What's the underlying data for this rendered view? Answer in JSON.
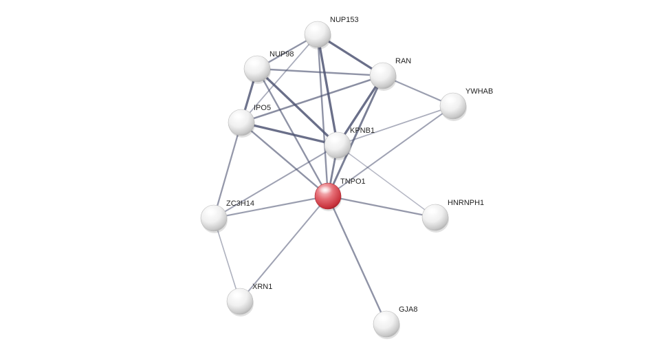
{
  "network": {
    "colors": {
      "edge": "#4e5472",
      "query_node": "#d9424c",
      "partner_node": "#f2f2f2",
      "label": "#222222"
    },
    "nodes": [
      {
        "id": "NUP153",
        "label": "NUP153",
        "query": false
      },
      {
        "id": "NUP98",
        "label": "NUP98",
        "query": false
      },
      {
        "id": "RAN",
        "label": "RAN",
        "query": false
      },
      {
        "id": "YWHAB",
        "label": "YWHAB",
        "query": false
      },
      {
        "id": "IPO5",
        "label": "IPO5",
        "query": false
      },
      {
        "id": "KPNB1",
        "label": "KPNB1",
        "query": false
      },
      {
        "id": "TNPO1",
        "label": "TNPO1",
        "query": true
      },
      {
        "id": "ZC3H14",
        "label": "ZC3H14",
        "query": false
      },
      {
        "id": "HNRNPH1",
        "label": "HNRNPH1",
        "query": false
      },
      {
        "id": "XRN1",
        "label": "XRN1",
        "query": false
      },
      {
        "id": "GJA8",
        "label": "GJA8",
        "query": false
      }
    ],
    "edges": [
      {
        "source": "NUP153",
        "target": "RAN",
        "strength": 0.9
      },
      {
        "source": "NUP153",
        "target": "KPNB1",
        "strength": 0.9
      },
      {
        "source": "NUP153",
        "target": "NUP98",
        "strength": 0.55
      },
      {
        "source": "NUP153",
        "target": "IPO5",
        "strength": 0.3
      },
      {
        "source": "NUP153",
        "target": "TNPO1",
        "strength": 0.55
      },
      {
        "source": "NUP98",
        "target": "RAN",
        "strength": 0.55
      },
      {
        "source": "NUP98",
        "target": "IPO5",
        "strength": 0.85
      },
      {
        "source": "NUP98",
        "target": "KPNB1",
        "strength": 0.9
      },
      {
        "source": "NUP98",
        "target": "TNPO1",
        "strength": 0.55
      },
      {
        "source": "RAN",
        "target": "KPNB1",
        "strength": 0.9
      },
      {
        "source": "RAN",
        "target": "IPO5",
        "strength": 0.6
      },
      {
        "source": "RAN",
        "target": "TNPO1",
        "strength": 0.75
      },
      {
        "source": "RAN",
        "target": "YWHAB",
        "strength": 0.45
      },
      {
        "source": "IPO5",
        "target": "KPNB1",
        "strength": 0.9
      },
      {
        "source": "IPO5",
        "target": "TNPO1",
        "strength": 0.55
      },
      {
        "source": "IPO5",
        "target": "ZC3H14",
        "strength": 0.5
      },
      {
        "source": "KPNB1",
        "target": "TNPO1",
        "strength": 0.7
      },
      {
        "source": "KPNB1",
        "target": "ZC3H14",
        "strength": 0.4
      },
      {
        "source": "KPNB1",
        "target": "HNRNPH1",
        "strength": 0.2
      },
      {
        "source": "YWHAB",
        "target": "TNPO1",
        "strength": 0.4
      },
      {
        "source": "YWHAB",
        "target": "KPNB1",
        "strength": 0.3
      },
      {
        "source": "TNPO1",
        "target": "ZC3H14",
        "strength": 0.45
      },
      {
        "source": "TNPO1",
        "target": "HNRNPH1",
        "strength": 0.5
      },
      {
        "source": "TNPO1",
        "target": "XRN1",
        "strength": 0.4
      },
      {
        "source": "TNPO1",
        "target": "GJA8",
        "strength": 0.55
      },
      {
        "source": "ZC3H14",
        "target": "XRN1",
        "strength": 0.25
      }
    ]
  }
}
